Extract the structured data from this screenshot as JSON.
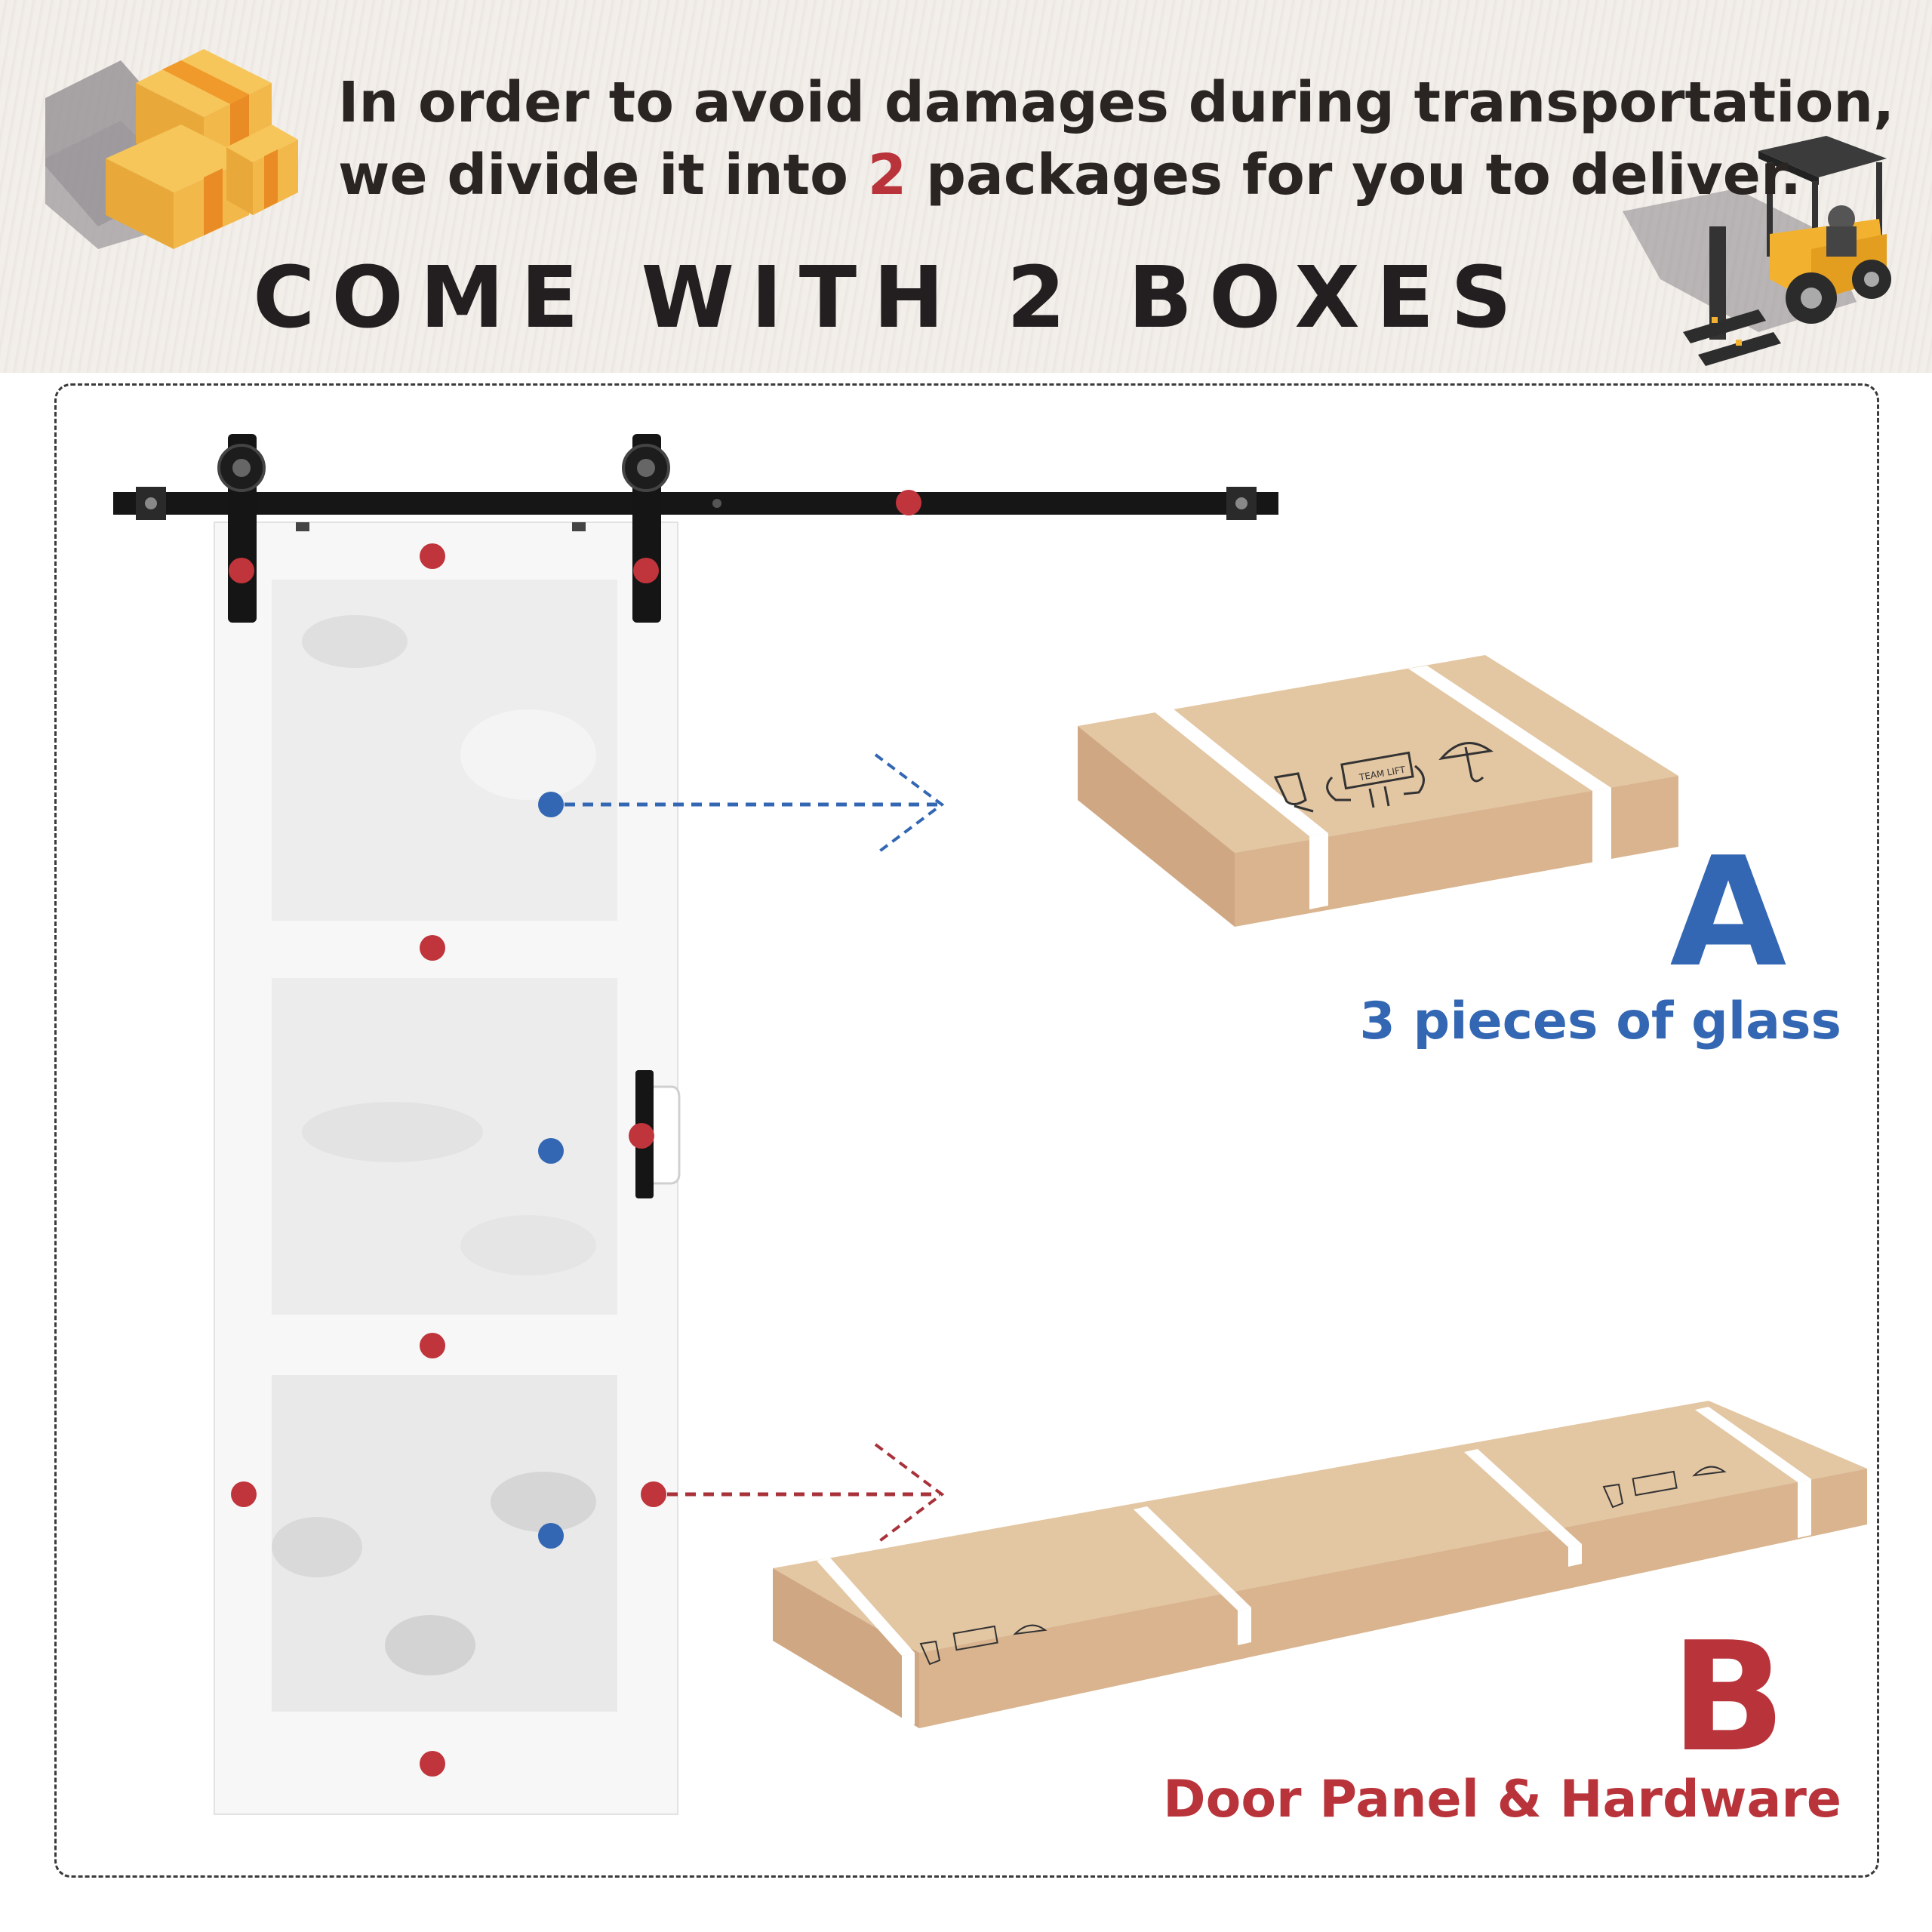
{
  "header": {
    "line1": "In order to avoid damages during transportation,",
    "line2_before": "we divide it into ",
    "line2_highlight": "2",
    "line2_after": " packages for you to deliver.",
    "headline": "COME WITH 2 BOXES"
  },
  "package_a": {
    "letter": "A",
    "caption": "3 pieces of glass"
  },
  "package_b": {
    "letter": "B",
    "caption": "Door Panel & Hardware"
  },
  "box_icons": {
    "team_lift": "TEAM LIFT"
  },
  "colors": {
    "red": "#b8333a",
    "blue": "#3367b3",
    "cardboard": "#ddbd9a",
    "dark_text": "#231f20"
  },
  "icons": [
    "stacked-boxes-icon",
    "forklift-icon",
    "fragile-glass-icon",
    "team-lift-icon",
    "umbrella-icon"
  ]
}
